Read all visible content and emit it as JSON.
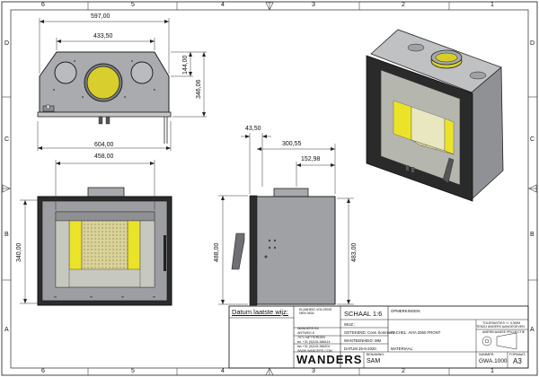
{
  "frame": {
    "top_numbers": [
      "6",
      "5",
      "4",
      "3",
      "2",
      "1"
    ],
    "bottom_numbers": [
      "6",
      "5",
      "4",
      "3",
      "2",
      "1"
    ],
    "side_letters": [
      "D",
      "C",
      "B",
      "A"
    ]
  },
  "dimensions": {
    "top_view_width": "597,00",
    "top_view_inner": "433,50",
    "top_view_depth": "144,00",
    "top_view_total": "346,06",
    "bottom_width": "604,00",
    "front_width": "458,00",
    "front_height": "340,00",
    "side_top_offset": "43,50",
    "side_width": "300,55",
    "side_inner": "152,98",
    "side_height_left": "488,00",
    "side_height_right": "483,00"
  },
  "title_block": {
    "datum_label": "Datum laatste wijz:",
    "company_note": "KLANHEID VOLGENS NEN 3634",
    "scale": "SCHAAL 1:6",
    "wijz": "WIJZ.:",
    "getekend": "GETEKEND: Coen Sommers",
    "wanteenheid": "WANTEENHEID: MM",
    "kachel": "KACHEL: AVIA 2060 FRONT",
    "datum": "DATUM 26-6-2020",
    "materiaal": "MATERIAAL:",
    "opmerkingen": "OPMERKINGEN:",
    "tolerance": "TOLERANTIES +/- 0,5MM",
    "tolerance2": "TENZIJ ANDERS AANGEGEVEN",
    "projection": "AMERIKAANSE PROJECTIE",
    "company_lines": [
      "WANDERS BV",
      "ANTWEG 8",
      "7071 NETTERDEN",
      "tel. +31 (0)315-386414",
      "fax +31 (0)315-386201",
      "WWW.WANDERS.COM"
    ],
    "logo": "WANDERS",
    "benaming_label": "BENAMING:",
    "benaming": "SAM",
    "nummer_label": "NUMMER:",
    "nummer": "GWA.1000",
    "formaat_label": "FORMAAT:",
    "formaat": "A3"
  },
  "colors": {
    "steel": "#a7a9ac",
    "steel_light": "#c8cacc",
    "dark_frame": "#2b2b2b",
    "glass_yellow": "#e5df3a",
    "yellow_bright": "#f0ea20",
    "dim_line": "#333333",
    "border": "#222222"
  }
}
